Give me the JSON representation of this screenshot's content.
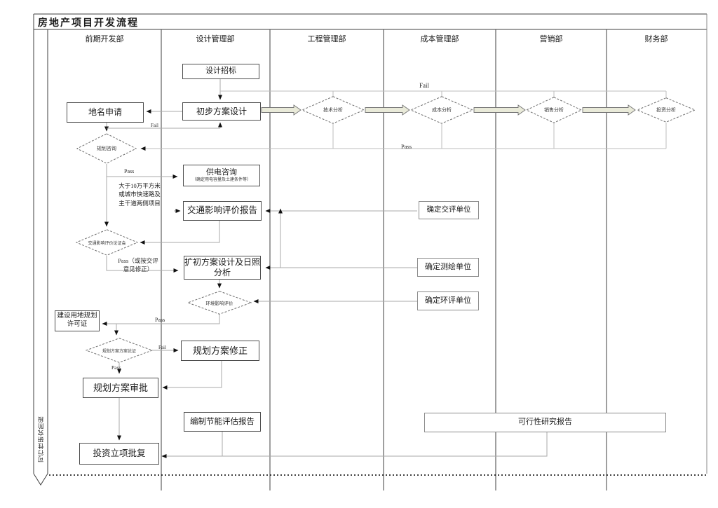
{
  "title": "房地产项目开发流程",
  "lanes": [
    "前期开发部",
    "设计管理部",
    "工程管理部",
    "成本管理部",
    "营销部",
    "财务部"
  ],
  "phase_label": "可行性研究阶段",
  "nodes": {
    "design_tender": "设计招标",
    "preliminary_design": "初步方案设计",
    "place_name_apply": "地名申请",
    "planning_consult": "规划咨询",
    "tech_analysis": "技术分析",
    "cost_analysis": "成本分析",
    "sales_analysis": "销售分析",
    "investment_analysis": "投资分析",
    "power_consult": "供电咨询",
    "power_consult_note": "（确定用电容量及土建条件等）",
    "traffic_report": "交通影响评价报告",
    "confirm_traffic_unit": "确定交评单位",
    "traffic_review_meeting": "交通影响评价论证会",
    "extended_design": "扩初方案设计及日照分析",
    "confirm_survey_unit": "确定测绘单位",
    "env_impact_review": "环境影响评价",
    "confirm_env_unit": "确定环评单位",
    "land_planning_permit": "建设用地规划许可证",
    "plan_review_meeting": "规划方案方案论证",
    "plan_revision": "规划方案修正",
    "plan_approval": "规划方案审批",
    "energy_report": "编制节能评估报告",
    "feasibility_report": "可行性研究报告",
    "investment_approval": "投资立项批复",
    "condition_note": "大于10万平方米\n或城市快速路及\n主干道两侧项目"
  },
  "labels": {
    "fail_top": "Fail",
    "pass_loop": "Pass",
    "fail_to_preliminary": "Fail",
    "pass_to_power": "Pass",
    "pass_traffic": "Pass（或按交评\n意见修正）",
    "pass_to_permit": "Pass",
    "fail_plan": "Fail",
    "pass_plan": "Pass"
  },
  "colors": {
    "thick_arrow_fill": "#e9ead9",
    "line_gray": "#a8a8a8",
    "frame": "#3f3f3f"
  }
}
